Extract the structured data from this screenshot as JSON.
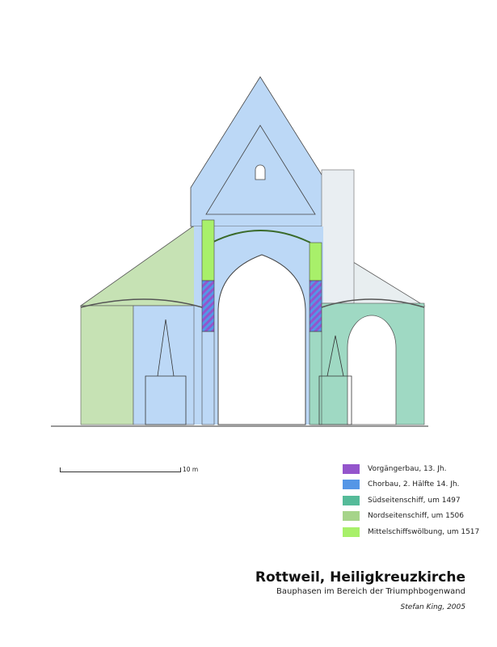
{
  "title": "Rottweil, Heiligkreuzkirche",
  "subtitle": "Bauphasen im Bereich der Triumphbogenwand",
  "author": "Stefan King, 2005",
  "scale_bar": {
    "label": "10 m"
  },
  "legend": [
    {
      "label": "Vorgängerbau, 13. Jh.",
      "color": "#9455cc"
    },
    {
      "label": "Chorbau, 2. Hälfte 14. Jh.",
      "color": "#5596e6"
    },
    {
      "label": "Südseitenschiff, um 1497",
      "color": "#55bb99"
    },
    {
      "label": "Nordseitenschiff, um 1506",
      "color": "#a6d48a"
    },
    {
      "label": "Mittelschiffswölbung, um 1517",
      "color": "#a8f06a"
    }
  ]
}
